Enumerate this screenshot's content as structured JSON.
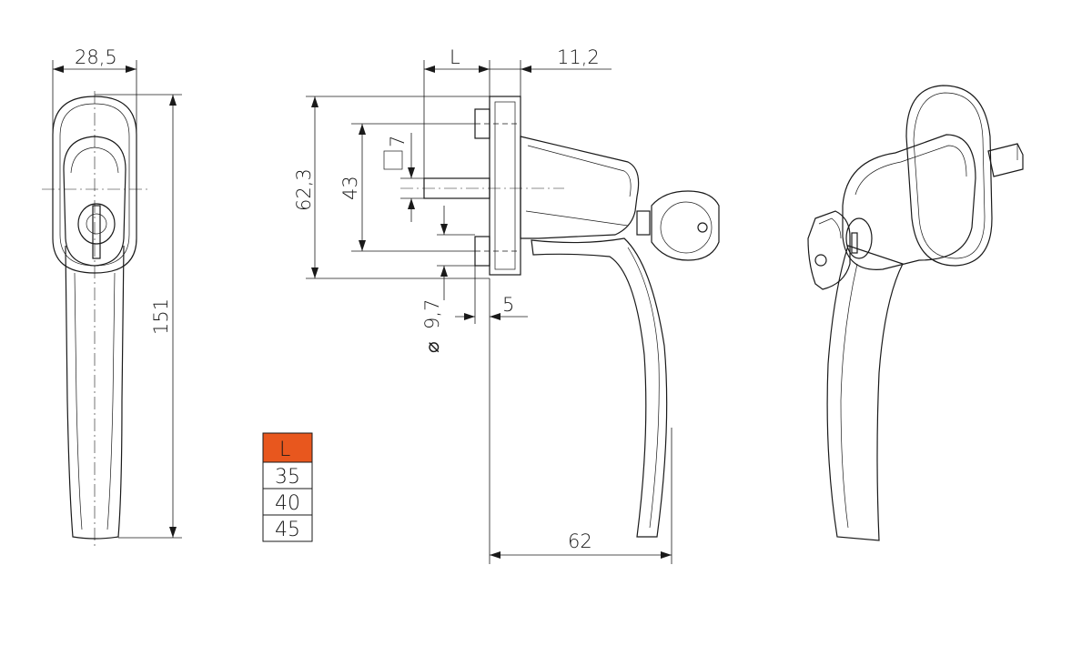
{
  "dimensions": {
    "front_width": "28,5",
    "height": "151",
    "length_var": "L",
    "rosette_offset": "11,2",
    "rosette_height": "62,3",
    "screw_spacing": "43",
    "spindle_square": "7",
    "spindle_dia_sym": "⌀",
    "spindle_dia": "9,7",
    "spindle_offset": "5",
    "projection": "62"
  },
  "length_table": {
    "header": "L",
    "header_color": "#e8571e",
    "rows": [
      "35",
      "40",
      "45"
    ]
  },
  "line_color": "#1a1a1a"
}
